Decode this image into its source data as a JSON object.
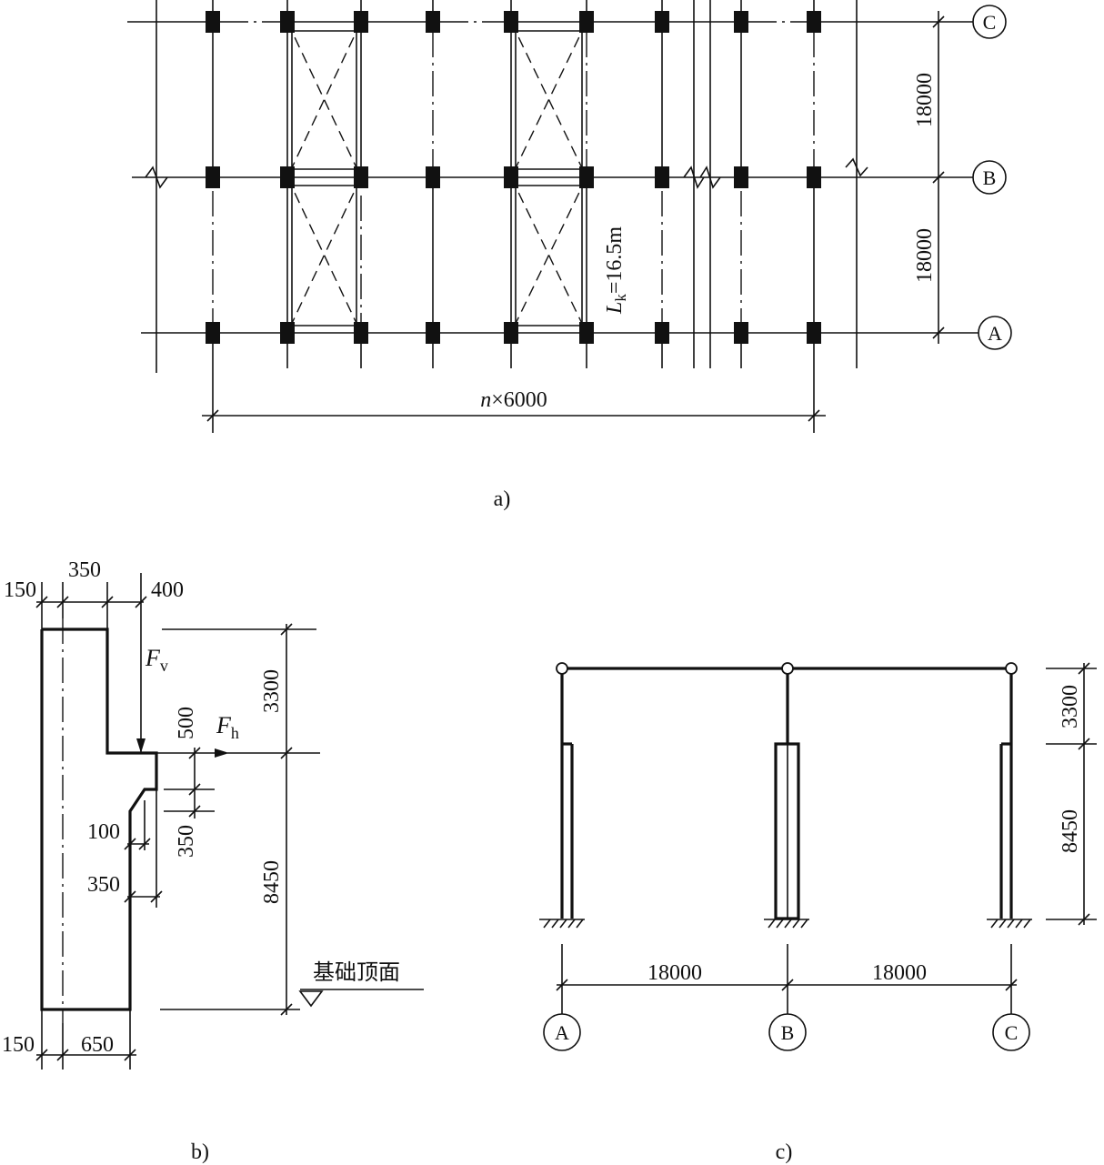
{
  "panel_a": {
    "caption": "a)",
    "axes": [
      "C",
      "B",
      "A"
    ],
    "spans_vertical": [
      "18000",
      "18000"
    ],
    "span_label": "L",
    "span_label_sub": "k",
    "span_label_value": "=16.5m",
    "length_n": "n",
    "length_rest": "×6000"
  },
  "panel_b": {
    "caption": "b)",
    "top_dims": [
      "150",
      "350",
      "400"
    ],
    "force_v": "F",
    "force_v_sub": "v",
    "force_h": "F",
    "force_h_sub": "h",
    "dim_3300": "3300",
    "dim_8450": "8450",
    "dim_500": "500",
    "dim_350_v": "350",
    "dim_100": "100",
    "dim_350_h": "350",
    "foundation_label": "基础顶面",
    "bottom_dims": [
      "150",
      "650"
    ]
  },
  "panel_c": {
    "caption": "c)",
    "dim_3300": "3300",
    "dim_8450": "8450",
    "spans": [
      "18000",
      "18000"
    ],
    "axes": [
      "A",
      "B",
      "C"
    ]
  }
}
